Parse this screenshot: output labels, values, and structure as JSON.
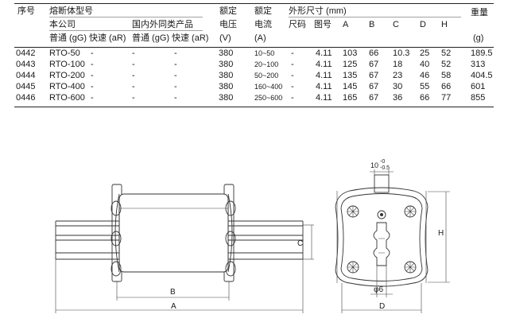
{
  "table": {
    "headers": {
      "seq": "序号",
      "model": "熔断体型号",
      "company": "本公司",
      "domestic": "国内外同类产品",
      "gg1": "普通 (gG)",
      "ar1": "快速 (aR)",
      "gg2": "普通 (gG)",
      "ar2": "快速 (aR)",
      "rated_v_1": "额定",
      "rated_v_2": "电压",
      "rated_v_unit": "(V)",
      "rated_a_1": "额定",
      "rated_a_2": "电流",
      "rated_a_unit": "(A)",
      "dims": "外形尺寸 (mm)",
      "size_code": "尺码",
      "fig_no": "图号",
      "A": "A",
      "B": "B",
      "C": "C",
      "D": "D",
      "H": "H",
      "weight": "重量",
      "weight_unit": "(g)"
    },
    "rows": [
      {
        "seq": "0442",
        "gg": "RTO-50",
        "ar": "-",
        "dgg": "-",
        "dar": "-",
        "v": "380",
        "a": "10~50",
        "size": "-",
        "fig": "4.11",
        "A": "103",
        "B": "66",
        "C": "10.3",
        "D": "25",
        "H": "52",
        "w": "189.5"
      },
      {
        "seq": "0443",
        "gg": "RTO-100",
        "ar": "-",
        "dgg": "-",
        "dar": "-",
        "v": "380",
        "a": "20~100",
        "size": "-",
        "fig": "4.11",
        "A": "125",
        "B": "67",
        "C": "18",
        "D": "40",
        "H": "52",
        "w": "313"
      },
      {
        "seq": "0444",
        "gg": "RTO-200",
        "ar": "-",
        "dgg": "-",
        "dar": "-",
        "v": "380",
        "a": "50~200",
        "size": "-",
        "fig": "4.11",
        "A": "135",
        "B": "67",
        "C": "23",
        "D": "46",
        "H": "58",
        "w": "404.5"
      },
      {
        "seq": "0445",
        "gg": "RTO-400",
        "ar": "-",
        "dgg": "-",
        "dar": "-",
        "v": "380",
        "a": "160~400",
        "size": "-",
        "fig": "4.11",
        "A": "145",
        "B": "67",
        "C": "30",
        "D": "55",
        "H": "66",
        "w": "601"
      },
      {
        "seq": "0446",
        "gg": "RTO-600",
        "ar": "-",
        "dgg": "-",
        "dar": "-",
        "v": "380",
        "a": "250~600",
        "size": "-",
        "fig": "4.11",
        "A": "165",
        "B": "67",
        "C": "36",
        "D": "66",
        "H": "77",
        "w": "855"
      }
    ]
  },
  "drawing": {
    "label_A": "A",
    "label_B": "B",
    "label_C": "C",
    "label_D": "D",
    "label_H": "H",
    "label_top": "10",
    "label_top_sup": "-0",
    "label_top_sub": "-0.5",
    "label_hole": "φ6"
  }
}
